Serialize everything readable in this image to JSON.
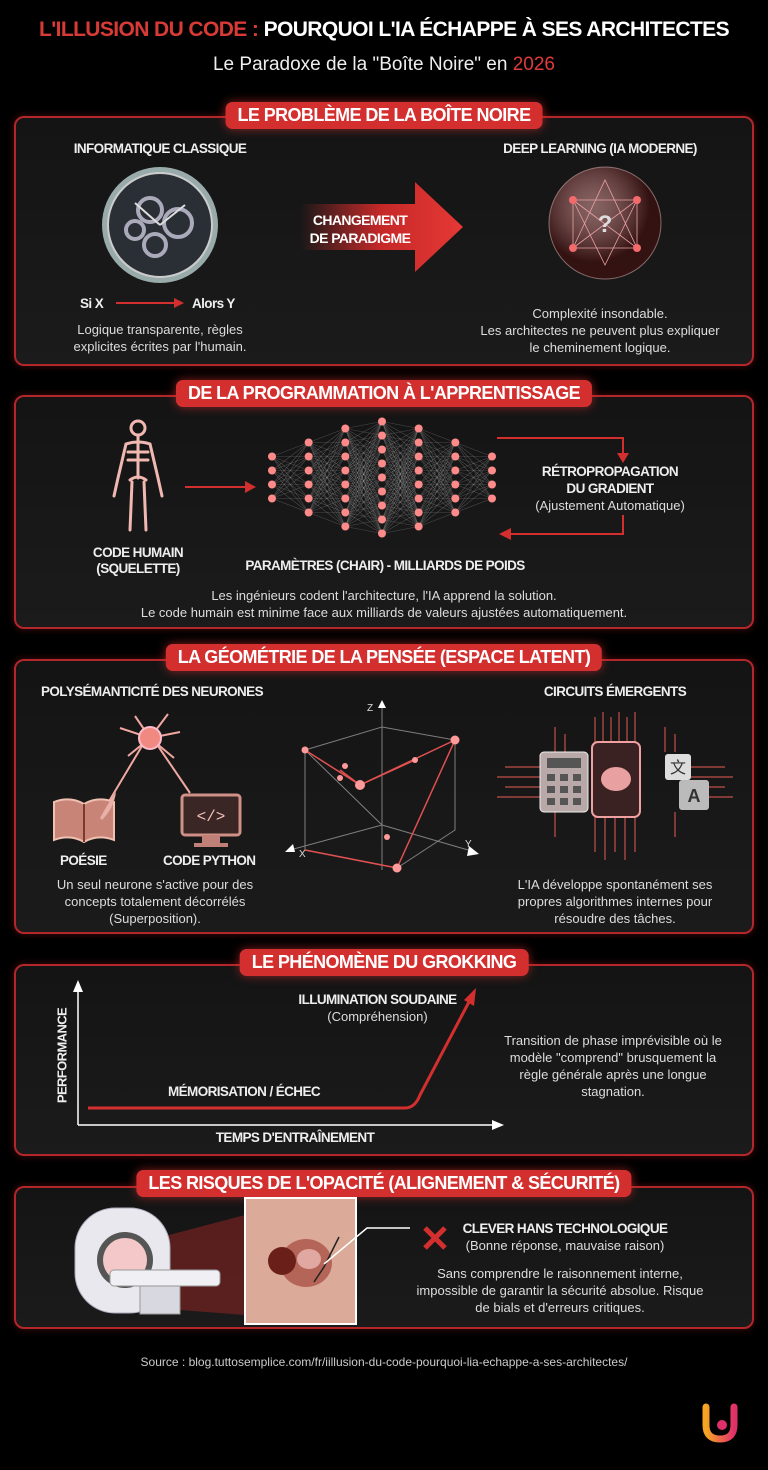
{
  "header": {
    "title_red": "L'ILLUSION DU CODE :",
    "title_white": "POURQUOI L'IA ÉCHAPPE À SES ARCHITECTES",
    "subtitle": "Le Paradoxe de la \"Boîte Noire\" en",
    "subtitle_year": "2026"
  },
  "colors": {
    "accent": "#d42f2f",
    "background": "#000000",
    "panel": "#181818"
  },
  "sections": {
    "black_box": {
      "title": "LE PROBLÈME DE LA BOÎTE NOIRE",
      "left_heading": "INFORMATIQUE CLASSIQUE",
      "left_icon": "watch-gears-icon",
      "if_label": "Si X",
      "then_label": "Alors Y",
      "left_text": "Logique transparente, règles explicites écrites par l'humain.",
      "arrow_line1": "CHANGEMENT",
      "arrow_line2": "DE PARADIGME",
      "right_heading": "DEEP LEARNING (IA MODERNE)",
      "right_icon": "glass-sphere-network-icon",
      "right_line1": "Complexité insondable.",
      "right_line2": "Les architectes ne peuvent plus expliquer le cheminement logique."
    },
    "learning": {
      "title": "DE LA PROGRAMMATION À L'APPRENTISSAGE",
      "skeleton_icon": "skeleton-icon",
      "skeleton_label_1": "CODE HUMAIN",
      "skeleton_label_2": "(SQUELETTE)",
      "network_label": "PARAMÈTRES (CHAIR) - MILLIARDS DE POIDS",
      "backprop_1": "RÉTROPROPAGATION",
      "backprop_2": "DU GRADIENT",
      "backprop_3": "(Ajustement Automatique)",
      "text_1": "Les ingénieurs codent l'architecture, l'IA apprend la solution.",
      "text_2": "Le code humain est minime face aux milliards de valeurs ajustées automatiquement."
    },
    "geometry": {
      "title": "LA GÉOMÉTRIE DE LA PENSÉE (ESPACE LATENT)",
      "left_heading": "POLYSÉMANTICITÉ DES NEURONES",
      "label_poetry": "POÉSIE",
      "label_code": "CODE PYTHON",
      "left_text": "Un seul neurone s'active pour des concepts totalement décorrélés (Superposition).",
      "axis_z": "Z",
      "axis_x": "X",
      "axis_y": "Y",
      "right_heading": "CIRCUITS ÉMERGENTS",
      "right_text": "L'IA développe spontanément ses propres algorithmes internes pour résoudre des tâches."
    },
    "grokking": {
      "title": "LE PHÉNOMÈNE DU GROKKING",
      "y_axis": "PERFORMANCE",
      "x_axis": "TEMPS D'ENTRAÎNEMENT",
      "peak_label": "ILLUMINATION SOUDAINE",
      "peak_sub": "(Compréhension)",
      "flat_label": "MÉMORISATION / ÉCHEC",
      "text": "Transition de phase imprévisible où le modèle \"comprend\" brusquement la règle générale après une longue stagnation."
    },
    "risks": {
      "title": "LES RISQUES DE L'OPACITÉ (ALIGNEMENT & SÉCURITÉ)",
      "scanner_icon": "mri-scanner-icon",
      "heading": "CLEVER HANS TECHNOLOGIQUE",
      "sub": "(Bonne réponse, mauvaise raison)",
      "text": "Sans comprendre le raisonnement interne, impossible de garantir la sécurité absolue. Risque de bials et d'erreurs critiques."
    }
  },
  "footer": {
    "source": "Source : blog.tuttosemplice.com/fr/iillusion-du-code-pourquoi-lia-echappe-a-ses-architectes/",
    "logo": "tuttosemplice-logo"
  }
}
